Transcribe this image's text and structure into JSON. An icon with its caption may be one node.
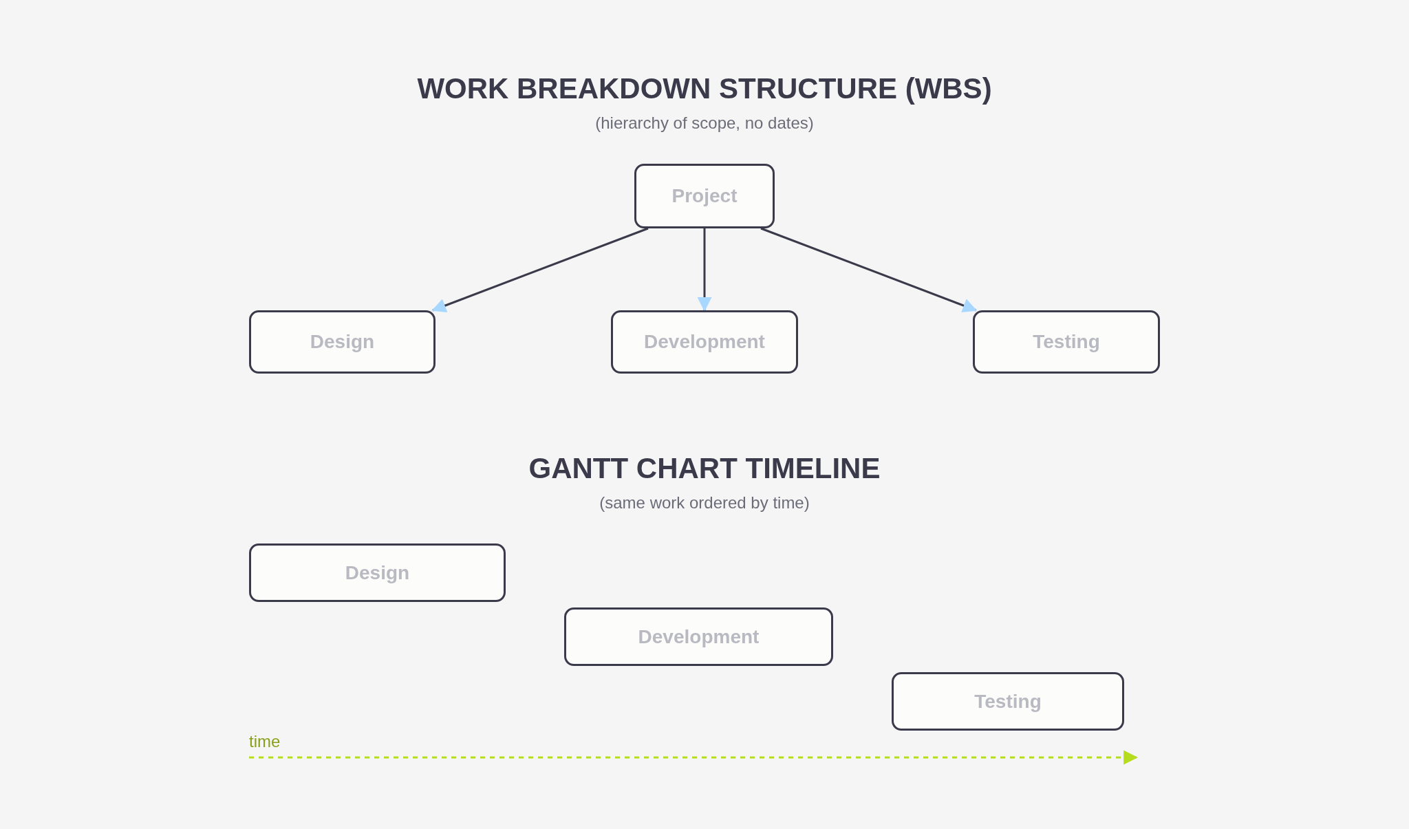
{
  "diagram": {
    "title": "WORK BREAKDOWN STRUCTURE (WBS)",
    "nodes": [
      {
        "text": [
          "Project"
        ]
      },
      {
        "text": [
          "Design"
        ]
      },
      {
        "text": [
          "Development"
        ]
      },
      {
        "text": [
          "Testing"
        ]
      },
      {
        "text": [
          "Design"
        ]
      },
      {
        "text": [
          "Development"
        ]
      },
      {
        "text": [
          "Testing"
        ]
      }
    ],
    "edges": [
      {
        "from": 0,
        "to": 1,
        "arrow": "to"
      },
      {
        "from": 0,
        "to": 2,
        "arrow": "to"
      },
      {
        "from": 0,
        "to": 3,
        "arrow": "to"
      }
    ],
    "labels": [
      "(hierarchy of scope, no dates)",
      "GANTT CHART TIMELINE",
      "(same work ordered by time)",
      "time"
    ]
  }
}
